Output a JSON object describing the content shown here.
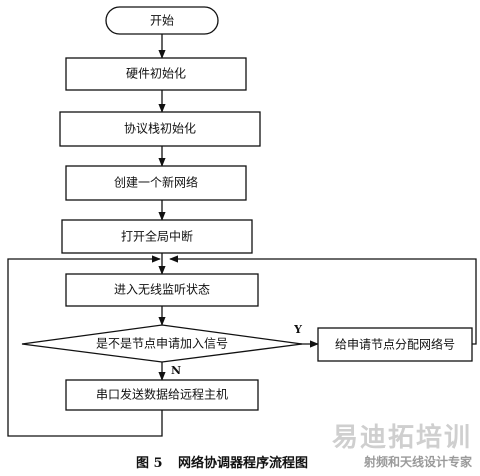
{
  "nodes": {
    "start": "开始",
    "hw_init": "硬件初始化",
    "stack_init": "协议栈初始化",
    "create_net": "创建一个新网络",
    "open_int": "打开全局中断",
    "listen": "进入无线监听状态",
    "decision": "是不是节点申请加入信号",
    "assign": "给申请节点分配网络号",
    "uart": "串口发送数据给远程主机"
  },
  "branches": {
    "yes": "Y",
    "no": "N"
  },
  "caption": {
    "number": "图 5",
    "title": "网络协调器程序流程图"
  },
  "watermark": {
    "brand": "易迪拓培训",
    "sub": "射频和天线设计专家"
  }
}
